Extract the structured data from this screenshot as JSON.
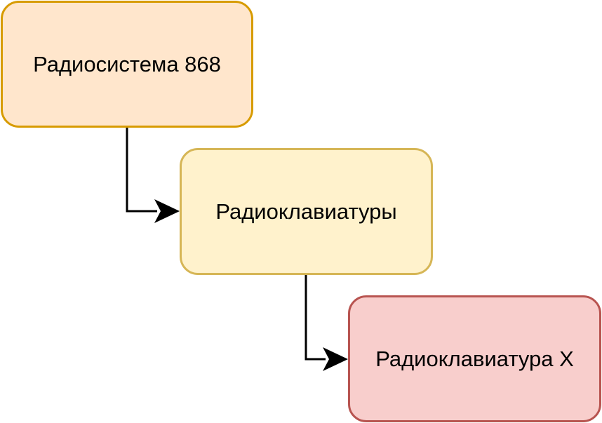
{
  "nodes": [
    {
      "id": "node-1",
      "label": "Радиосистема 868",
      "fill": "#ffe6cc",
      "stroke": "#d79b00"
    },
    {
      "id": "node-2",
      "label": "Радиоклавиатуры",
      "fill": "#fff2cc",
      "stroke": "#d6b656"
    },
    {
      "id": "node-3",
      "label": "Радиоклавиатура X",
      "fill": "#f8cecc",
      "stroke": "#b85450"
    }
  ],
  "edges": [
    {
      "from": "node-1",
      "to": "node-2",
      "color": "#000000"
    },
    {
      "from": "node-2",
      "to": "node-3",
      "color": "#000000"
    }
  ]
}
